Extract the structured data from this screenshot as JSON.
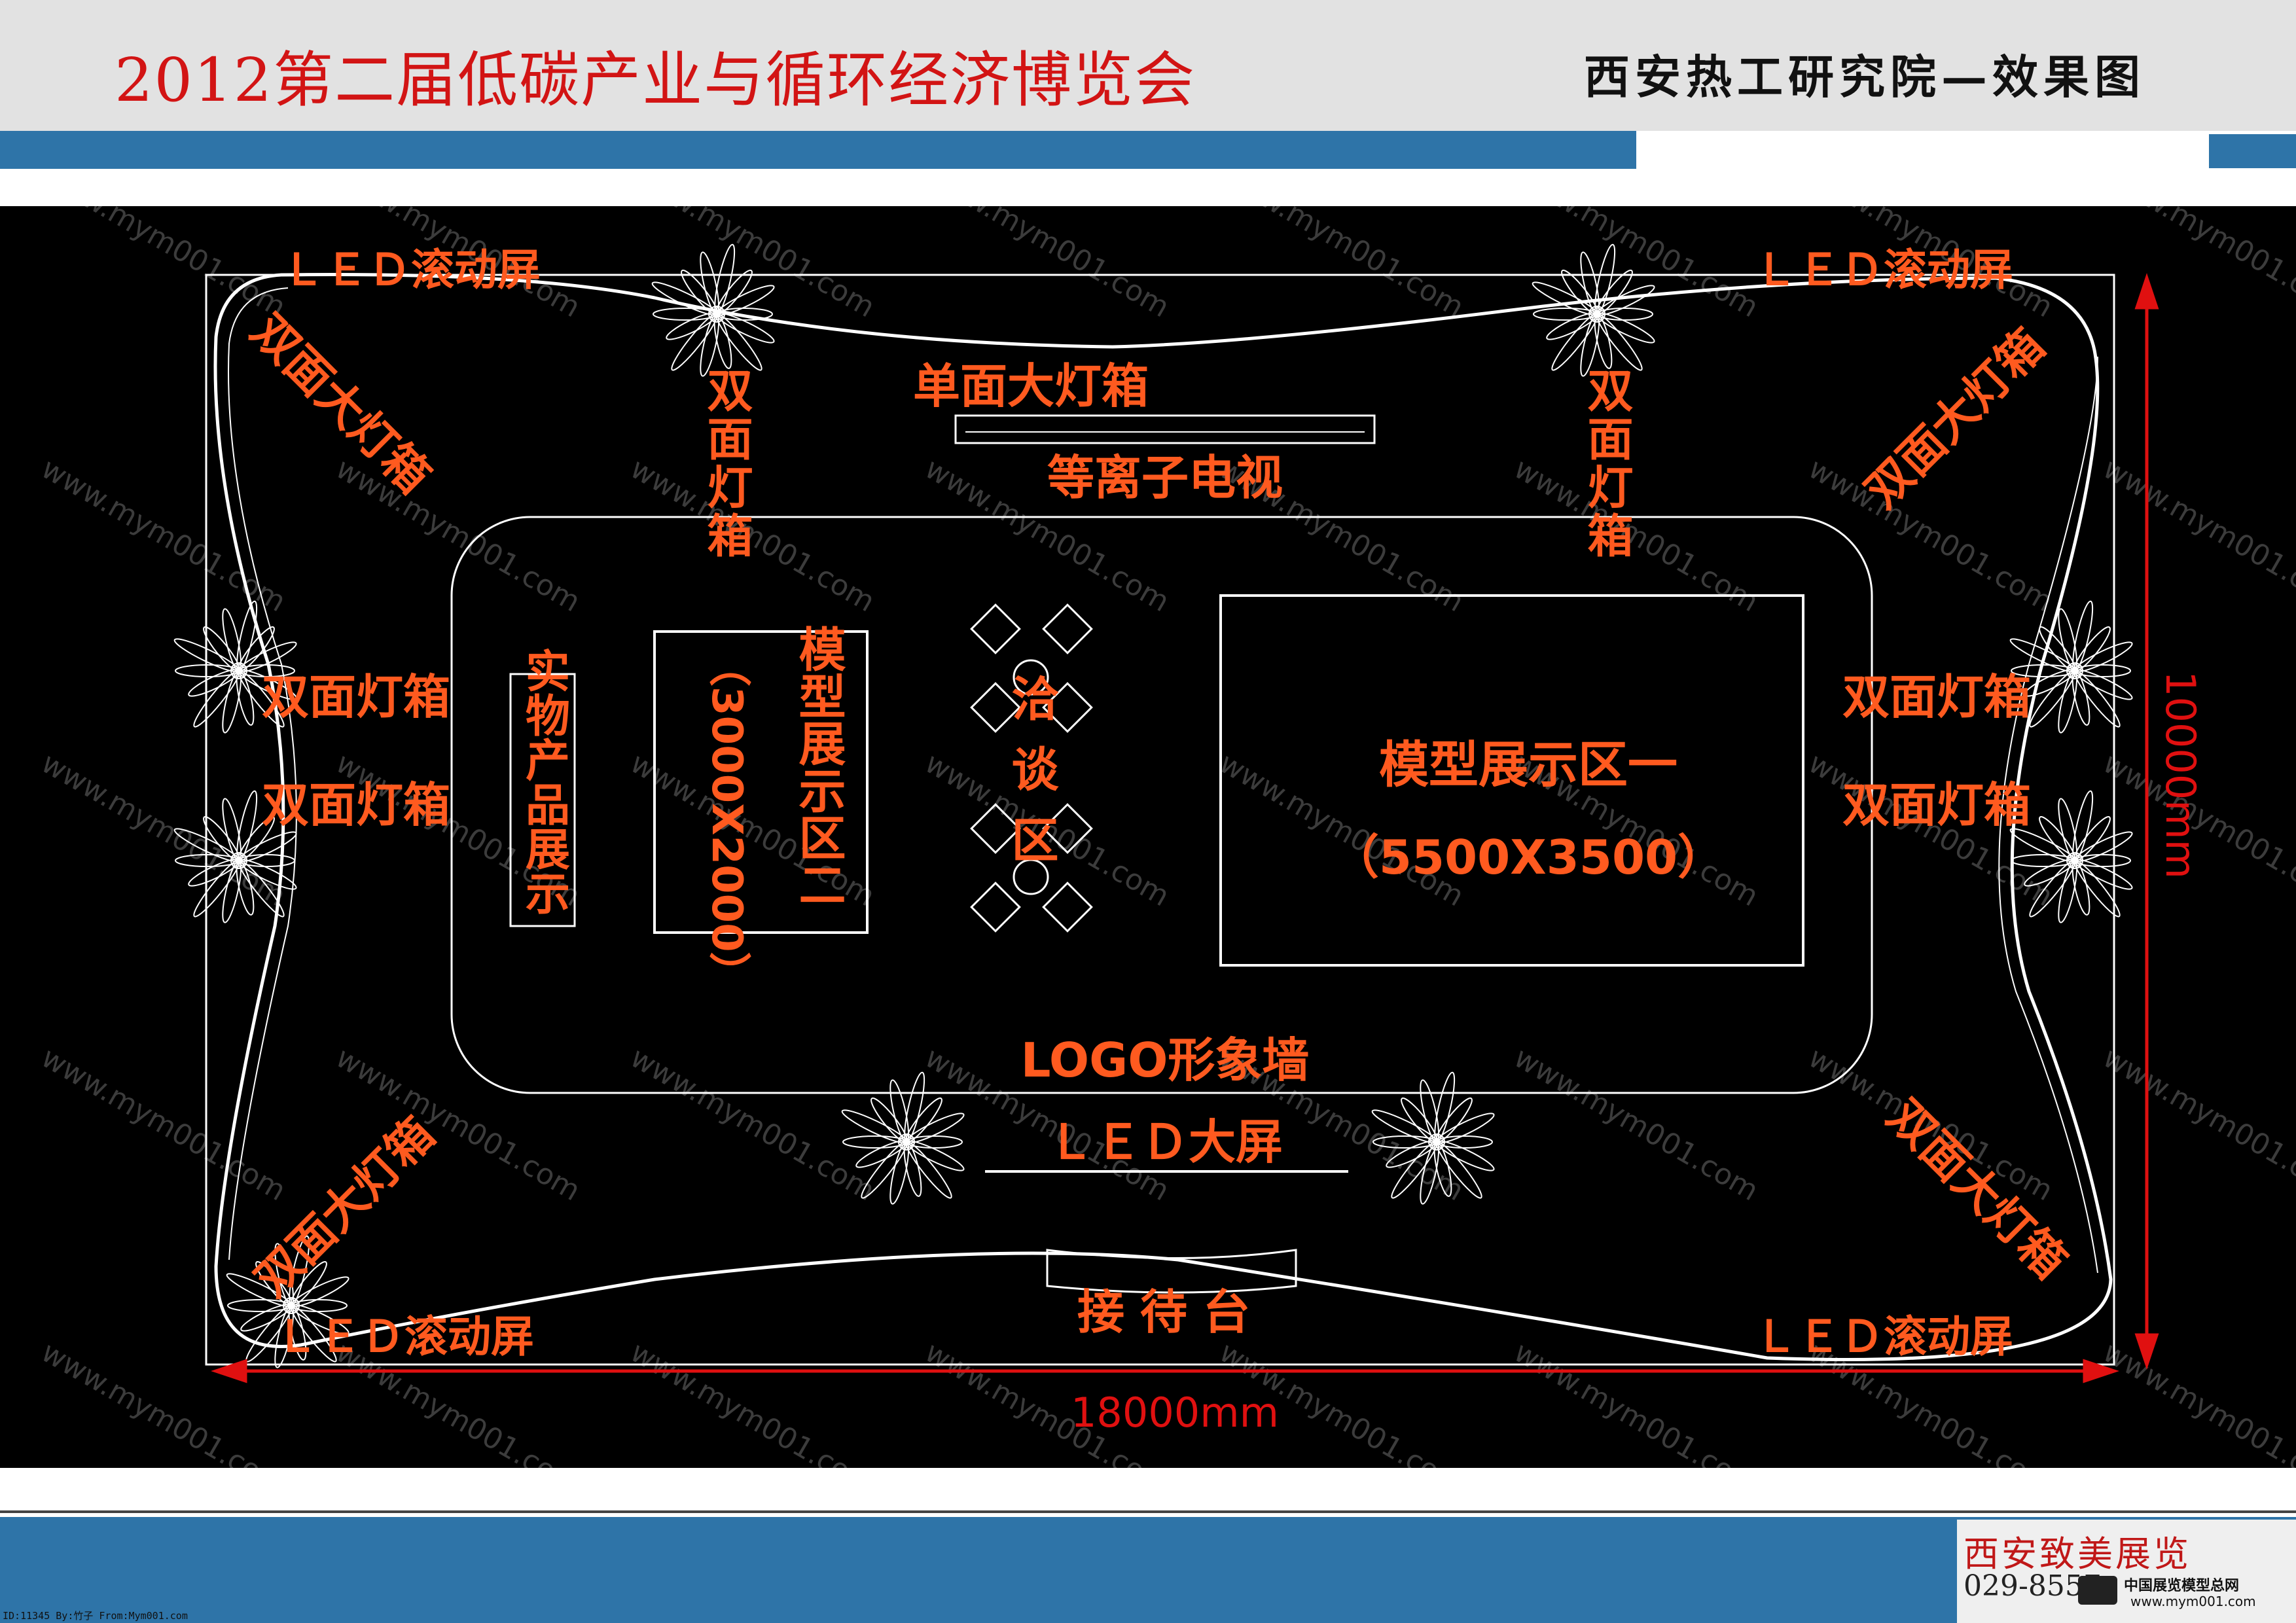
{
  "header": {
    "title": "2012第二届低碳产业与循环经济博览会",
    "subtitle": "西安热工研究院—效果图"
  },
  "plan": {
    "led_scroll_tl": "ＬＥＤ滚动屏",
    "led_scroll_tr": "ＬＥＤ滚动屏",
    "led_scroll_bl": "ＬＥＤ滚动屏",
    "led_scroll_br": "ＬＥＤ滚动屏",
    "big_box_tl": "双面大灯箱",
    "big_box_tr": "双面大灯箱",
    "big_box_bl": "双面大灯箱",
    "big_box_br": "双面大灯箱",
    "box_top_left": "双面灯箱",
    "box_top_right": "双面灯箱",
    "box_left_1": "双面灯箱",
    "box_left_2": "双面灯箱",
    "box_right_1": "双面灯箱",
    "box_right_2": "双面灯箱",
    "single_big_box": "单面大灯箱",
    "plasma_tv": "等离子电视",
    "product_display": "实物产品展示",
    "model_area_2": "模型展示区二",
    "model_area_2_size": "（3000X2000）",
    "negotiation_area": "洽谈区",
    "model_area_1": "模型展示区一",
    "model_area_1_size": "（5500X3500）",
    "logo_wall": "LOGO形象墙",
    "led_big_screen": "ＬＥＤ大屏",
    "reception_desk": "接待台",
    "width_dim": "18000mm",
    "height_dim": "10000mm",
    "watermark": "www.mym001.com"
  },
  "footer": {
    "company": "西安致美展览",
    "phone": "029-8557",
    "site_name": "中国展览模型总网",
    "site_url": "www.mym001.com",
    "credit": "ID:11345 By:竹子 From:Mym001.com"
  },
  "colors": {
    "label": "#ff5a1f",
    "dimension": "#e01010",
    "header_title": "#d21414",
    "strip_blue": "#2e74a8"
  }
}
